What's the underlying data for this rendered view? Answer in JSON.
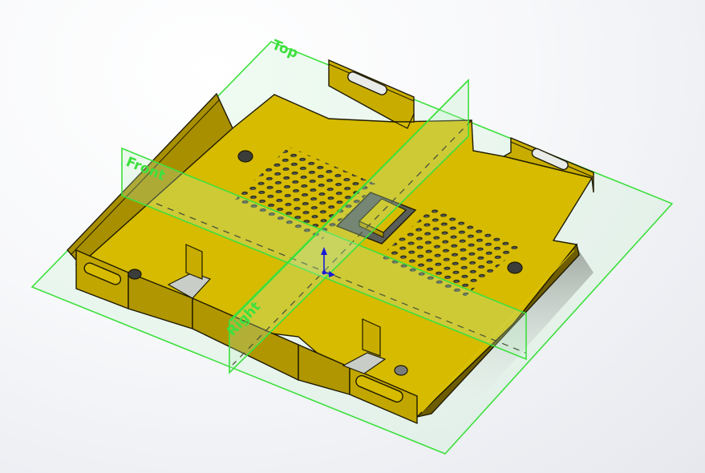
{
  "viewport": {
    "background_top": "#ffffff",
    "background_bottom": "#e6e8ee"
  },
  "planes": {
    "top": {
      "label": "Top"
    },
    "front": {
      "label": "Front"
    },
    "right": {
      "label": "Right"
    },
    "color": "#3de03d",
    "fill": "rgba(180,240,190,0.28)"
  },
  "part": {
    "face_color": "#d4b800",
    "face_dark": "#a88f00",
    "edge_color": "#1e1a00",
    "hole_color": "#3a3d3a",
    "cutout_color": "#c8cdc8"
  },
  "triad": {
    "color": "#1a1ad8"
  }
}
